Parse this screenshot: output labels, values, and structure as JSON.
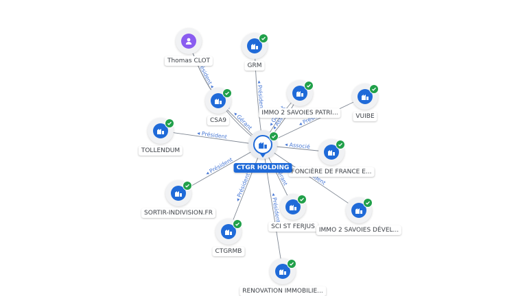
{
  "center": {
    "id": "ctgr",
    "label": "CTGR HOLDING",
    "icon": "company-icon",
    "verified": true
  },
  "nodes": [
    {
      "id": "thomas",
      "label": "Thomas CLOT",
      "icon": "person-icon",
      "verified": false
    },
    {
      "id": "grm",
      "label": "GRM",
      "icon": "company-icon",
      "verified": true
    },
    {
      "id": "immo2p",
      "label": "IMMO 2 SAVOIES PATRI...",
      "icon": "company-icon",
      "verified": true
    },
    {
      "id": "vuibe",
      "label": "VUIBE",
      "icon": "company-icon",
      "verified": true
    },
    {
      "id": "csa9",
      "label": "CSA9",
      "icon": "company-icon",
      "verified": true
    },
    {
      "id": "tollendum",
      "label": "TOLLENDUM",
      "icon": "company-icon",
      "verified": true
    },
    {
      "id": "fonciere",
      "label": "FONCIÈRE DE FRANCE E...",
      "icon": "company-icon",
      "verified": true
    },
    {
      "id": "sortir",
      "label": "SORTIR-INDIVISION.FR",
      "icon": "company-icon",
      "verified": true
    },
    {
      "id": "ferjus",
      "label": "SCI ST FERJUS",
      "icon": "company-icon",
      "verified": true
    },
    {
      "id": "immo2d",
      "label": "IMMO 2 SAVOIES DÉVEL...",
      "icon": "company-icon",
      "verified": true
    },
    {
      "id": "ctgrmb",
      "label": "CTGRMB",
      "icon": "company-icon",
      "verified": true
    },
    {
      "id": "renov",
      "label": "RENOVATION IMMOBILIE...",
      "icon": "company-icon",
      "verified": true
    }
  ],
  "edges": [
    {
      "from": "thomas",
      "to": "ctgr",
      "label": "Président"
    },
    {
      "from": "thomas",
      "to": "csa9",
      "label": "Président"
    },
    {
      "from": "ctgr",
      "to": "grm",
      "label": "Président"
    },
    {
      "from": "ctgr",
      "to": "immo2p",
      "label": "Gérant"
    },
    {
      "from": "ctgr",
      "to": "immo2p",
      "label": "Associé"
    },
    {
      "from": "ctgr",
      "to": "vuibe",
      "label": "Président"
    },
    {
      "from": "ctgr",
      "to": "csa9",
      "label": "Gérant"
    },
    {
      "from": "ctgr",
      "to": "tollendum",
      "label": "Président"
    },
    {
      "from": "ctgr",
      "to": "fonciere",
      "label": "Associé"
    },
    {
      "from": "ctgr",
      "to": "sortir",
      "label": "Président"
    },
    {
      "from": "ctgr",
      "to": "ferjus",
      "label": "Gérant"
    },
    {
      "from": "ctgr",
      "to": "immo2d",
      "label": "Président"
    },
    {
      "from": "ctgr",
      "to": "ctgrmb",
      "label": "Président"
    },
    {
      "from": "ctgr",
      "to": "renov",
      "label": "Président"
    }
  ]
}
